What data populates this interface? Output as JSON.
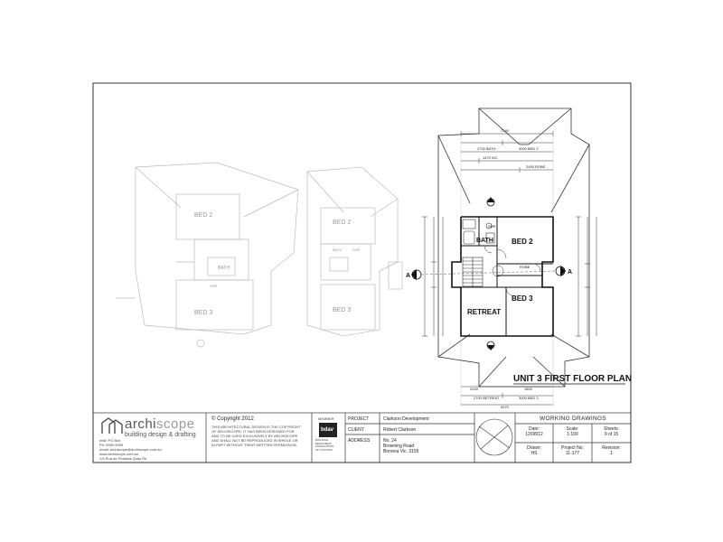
{
  "plan": {
    "title": "UNIT 3 FIRST FLOOR PLAN",
    "rooms": {
      "bed2": "BED 2",
      "bed3": "BED 3",
      "bath": "BATH",
      "retreat": "RETREAT",
      "shr": "SHR",
      "robe": "ROBE",
      "ghost_bed2_a": "BED 2",
      "ghost_bed3_a": "BED 3",
      "ghost_bath_a": "BATH",
      "ghost_shr_a": "SHR",
      "ghost_bed2_b": "BED 2",
      "ghost_bed3_b": "BED 3",
      "ghost_bath_b": "BATH",
      "ghost_shr_b": "SHR"
    },
    "dimensions": {
      "overall_top": "7140",
      "bath_width": "2700 BATH",
      "bed2_width": "3000 BED 2",
      "wc_width": "1470 WC",
      "robe_width": "2000 ROBE",
      "retreat_width": "2700 RETREAT",
      "bed3_width": "3000 BED 3",
      "bottom_overall": "5970",
      "bottom_a": "2200",
      "bottom_b": "1800"
    },
    "section_marker": "A"
  },
  "title_block": {
    "company": {
      "name_a": "archi",
      "name_b": "scope",
      "tagline": "building design & drafting",
      "contact_lines": [
        "mail: PO Box",
        "Ph: 9999 9999",
        "email: archiscope@archiscope.com.au",
        "www.archiscope.com.au",
        "1/3 Rua de Pestana Quay Rd"
      ]
    },
    "copyright": {
      "heading": "© Copyright 2012",
      "body": [
        "THIS ARCHITECTURAL DESIGN IS THE COPYRIGHT",
        "OF ARCHISCOPE. IT HAS BEEN DESIGNED FOR",
        "AND TO BE USED EXCLUSIVELY BY ARCHISCOPE",
        "AND SHALL NOT BE REPRODUCED IN WHOLE OR",
        "IN PART WITHOUT THEIR WRITTEN PERMISSION."
      ]
    },
    "accreditation": {
      "member": "MEMBER",
      "logo": "bdav",
      "lines": [
        "BUILDING",
        "DESIGNERS",
        "ASSOCIATION",
        "OF VICTORIA"
      ]
    },
    "project_label": "PROJECT",
    "project_value": "Clarkson Development",
    "client_label": "CLIENT",
    "client_value": "Robert Clarkson",
    "address_label": "ADDRESS",
    "address_lines": [
      "No. 24",
      "Browning Road",
      "Boronia Vic. 3155"
    ],
    "drawing_type": "WORKING DRAWINGS",
    "cells": [
      {
        "label": "Date:",
        "value": "12/08/12"
      },
      {
        "label": "Scale:",
        "value": "1:100"
      },
      {
        "label": "Sheets:",
        "value": "9 of 15"
      },
      {
        "label": "Drawn:",
        "value": "HS"
      },
      {
        "label": "Project No:",
        "value": "11-177"
      },
      {
        "label": "Revision:",
        "value": "1"
      }
    ]
  }
}
